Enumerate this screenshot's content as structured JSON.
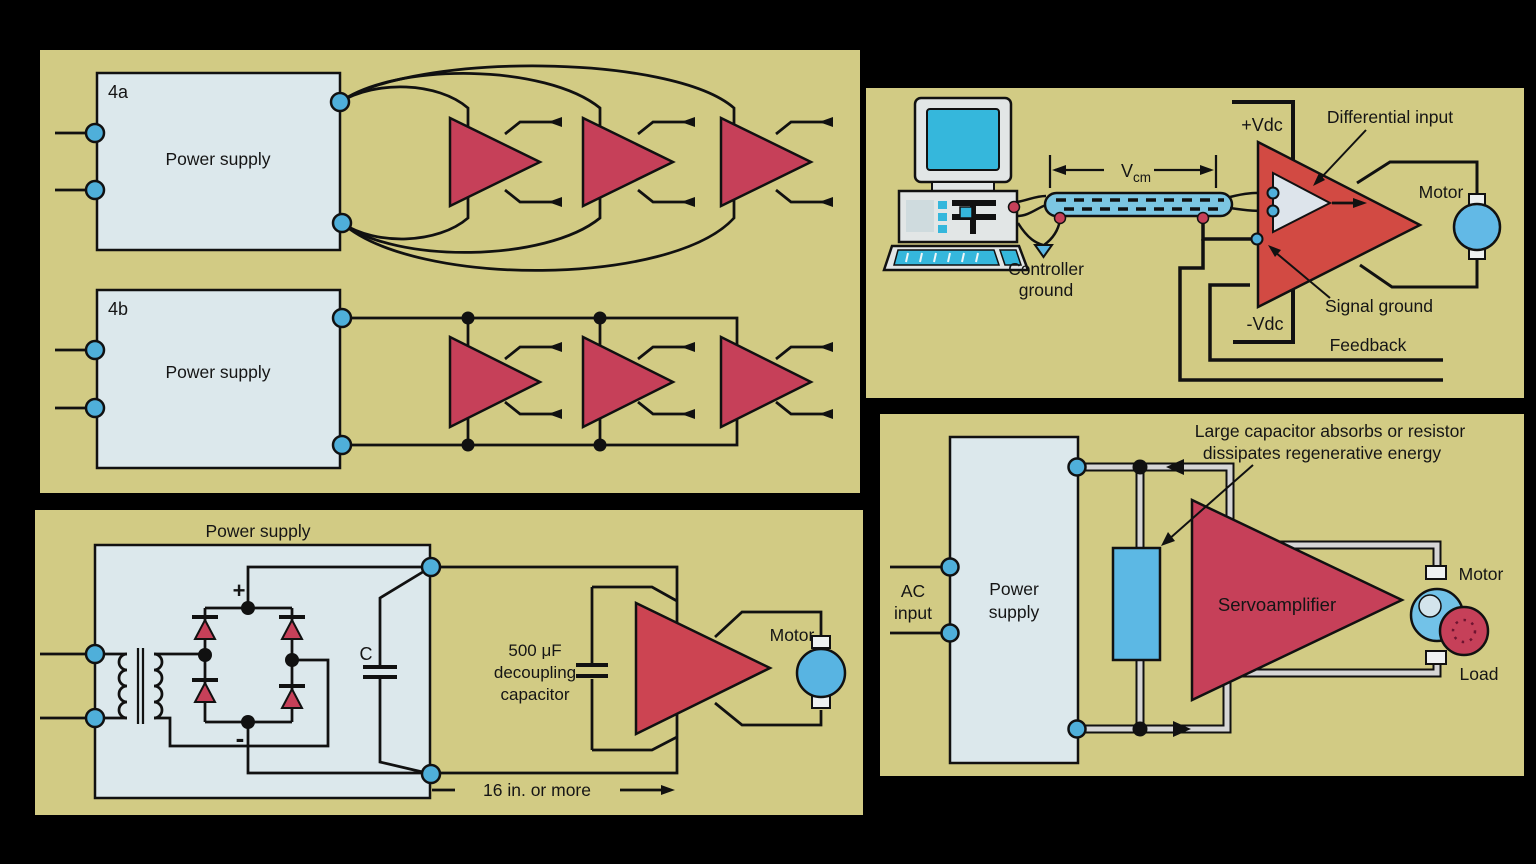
{
  "colors": {
    "panel_bg": "#d2cb84",
    "box_fill": "#dce8ec",
    "crimson_amp": "#c64059",
    "red_amp": "#d24a43",
    "terminal_blue": "#4fafda",
    "motor_blue": "#62b9e6",
    "cable_blue": "#7cc6e2",
    "wire_gray": "#d6d6d6",
    "inner_triangle": "#dde4eb",
    "screen_cyan": "#35b7dc"
  },
  "fig4a": {
    "label": "4a",
    "box_label": "Power supply"
  },
  "fig4b": {
    "label": "4b",
    "box_label": "Power supply"
  },
  "decoupling_fig": {
    "title": "Power supply",
    "plus": "+",
    "minus": "-",
    "cap": "C",
    "cap_note1": "500 μF",
    "cap_note2": "decoupling",
    "cap_note3": "capacitor",
    "motor": "Motor",
    "distance": "16 in. or more"
  },
  "differential_fig": {
    "pos_rail": "+Vdc",
    "neg_rail": "-Vdc",
    "diff_input": "Differential input",
    "vcm_v": "V",
    "vcm_sub": "cm",
    "controller_ground1": "Controller",
    "controller_ground2": "ground",
    "motor": "Motor",
    "signal_ground": "Signal ground",
    "feedback": "Feedback"
  },
  "regen_fig": {
    "note1": "Large capacitor absorbs or resistor",
    "note2": "dissipates regenerative energy",
    "ac1": "AC",
    "ac2": "input",
    "ps1": "Power",
    "ps2": "supply",
    "servo": "Servoamplifier",
    "motor": "Motor",
    "load": "Load"
  }
}
